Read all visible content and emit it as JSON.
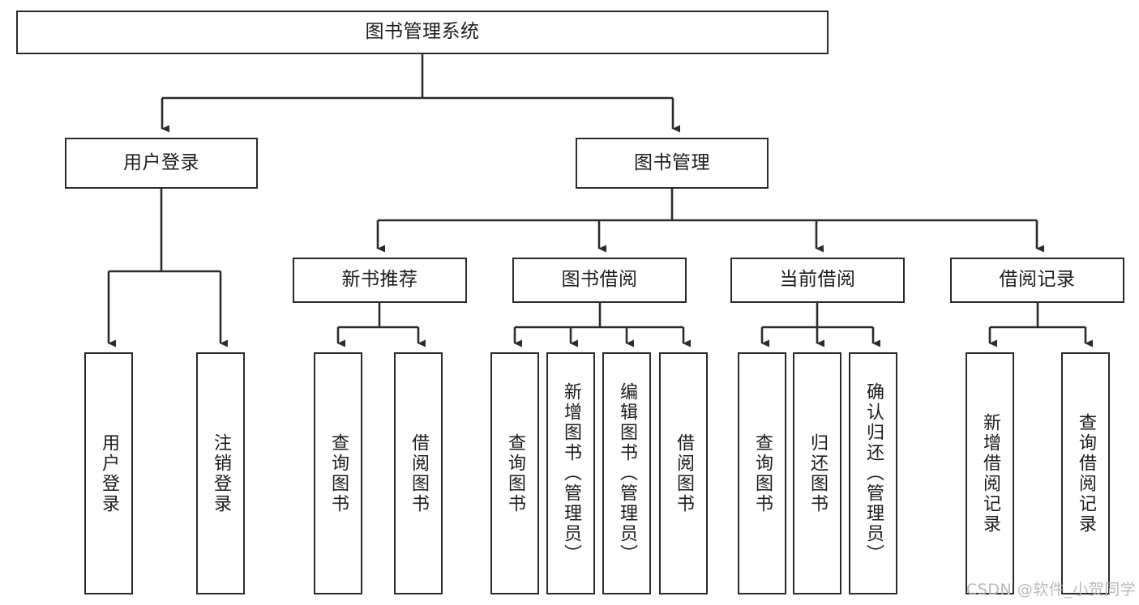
{
  "diagram": {
    "type": "tree-hierarchy-chart",
    "title": "图书管理系统",
    "colors": {
      "box_border": "#2b2b2b",
      "box_fill": "#ffffff",
      "connector": "#2b2b2b",
      "text": "#1c1c1c",
      "watermark": "#b9b9b9",
      "background": "#ffffff"
    },
    "root": {
      "label": "图书管理系统"
    },
    "level2": [
      {
        "id": "user-login",
        "label": "用户登录"
      },
      {
        "id": "book-management",
        "label": "图书管理"
      }
    ],
    "level3": [
      {
        "id": "new-book-recommend",
        "label": "新书推荐",
        "parent": "book-management"
      },
      {
        "id": "book-borrow",
        "label": "图书借阅",
        "parent": "book-management"
      },
      {
        "id": "current-borrow",
        "label": "当前借阅",
        "parent": "book-management"
      },
      {
        "id": "borrow-record",
        "label": "借阅记录",
        "parent": "book-management"
      }
    ],
    "leaves": [
      {
        "id": "leaf-user-login",
        "label": "用户登录",
        "parent": "user-login"
      },
      {
        "id": "leaf-logout",
        "label": "注销登录",
        "parent": "user-login"
      },
      {
        "id": "leaf-query-book-1",
        "label": "查询图书",
        "parent": "new-book-recommend"
      },
      {
        "id": "leaf-borrow-book-1",
        "label": "借阅图书",
        "parent": "new-book-recommend"
      },
      {
        "id": "leaf-query-book-2",
        "label": "查询图书",
        "parent": "book-borrow"
      },
      {
        "id": "leaf-add-book",
        "label": "新增图书（管理员）",
        "parent": "book-borrow"
      },
      {
        "id": "leaf-edit-book",
        "label": "编辑图书（管理员）",
        "parent": "book-borrow"
      },
      {
        "id": "leaf-borrow-book-2",
        "label": "借阅图书",
        "parent": "book-borrow"
      },
      {
        "id": "leaf-query-book-3",
        "label": "查询图书",
        "parent": "current-borrow"
      },
      {
        "id": "leaf-return-book",
        "label": "归还图书",
        "parent": "current-borrow"
      },
      {
        "id": "leaf-confirm-return",
        "label": "确认归还（管理员）",
        "parent": "current-borrow"
      },
      {
        "id": "leaf-add-record",
        "label": "新增借阅记录",
        "parent": "borrow-record"
      },
      {
        "id": "leaf-query-record",
        "label": "查询借阅记录",
        "parent": "borrow-record"
      }
    ],
    "watermark": "CSDN @软件_小贺同学"
  }
}
